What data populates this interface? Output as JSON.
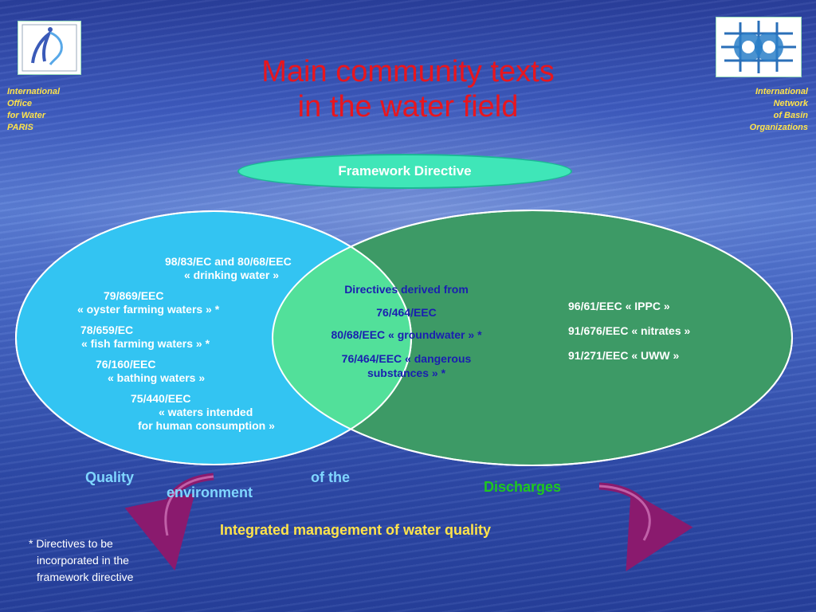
{
  "title": {
    "line1": "Main community texts",
    "line2": "in the water field"
  },
  "org_left": {
    "line1": "International",
    "line2": "Office",
    "line3": "for Water",
    "line4": "PARIS"
  },
  "org_right": {
    "line1": "International",
    "line2": "Network",
    "line3": "of Basin",
    "line4": "Organizations"
  },
  "framework": "Framework Directive",
  "quality_items": {
    "i1a": "98/83/EC and 80/68/EEC",
    "i1b": "« drinking water »",
    "i2a": "79/869/EEC",
    "i2b": "« oyster farming waters » *",
    "i3a": "78/659/EC",
    "i3b": "« fish farming waters » *",
    "i4a": "76/160/EEC",
    "i4b": "« bathing waters »",
    "i5a": "75/440/EEC",
    "i5b": "« waters intended",
    "i5c": "for human consumption »"
  },
  "derived": {
    "heading": "Directives derived from",
    "d1": "76/464/EEC",
    "d2": "80/68/EEC « groundwater » *",
    "d3a": "76/464/EEC « dangerous",
    "d3b": "substances » *"
  },
  "discharge_items": {
    "e1": "96/61/EEC «  IPPC »",
    "e2": "91/676/EEC « nitrates »",
    "e3": "91/271/EEC « UWW »"
  },
  "labels": {
    "quality": "Quality",
    "of_the": "of the",
    "environment": "environment",
    "discharges": "Discharges",
    "integrated": "Integrated management of water quality"
  },
  "footnote": {
    "line1": "* Directives to be",
    "line2": "incorporated in the",
    "line3": "framework directive"
  },
  "colors": {
    "title": "#e8161e",
    "org_text": "#ffe34a",
    "quality_circle": "#33c4f2",
    "discharge_circle": "#3d9a66",
    "overlap": "#52e09a",
    "arrow": "#8a1a6e"
  }
}
